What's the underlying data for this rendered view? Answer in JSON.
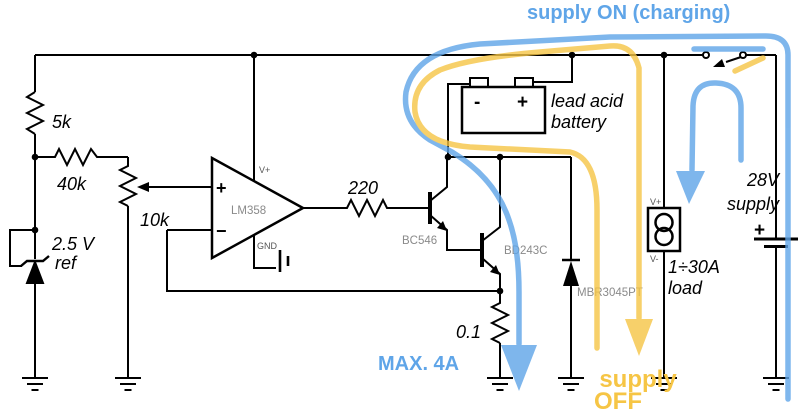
{
  "colors": {
    "wire": "#000000",
    "blue": "#5FA5E8",
    "yellow": "#F6C545",
    "gray_label": "#8A8A8A",
    "pin_label": "#555555"
  },
  "annotations": {
    "supply_on": "supply ON (charging)",
    "supply_off_1": "supply",
    "supply_off_2": "OFF",
    "max_current": "MAX. 4A"
  },
  "components": {
    "r_top": "5k",
    "r_mid": "40k",
    "pot": "10k",
    "r_base": "220",
    "r_sense": "0.1",
    "ref_value": "2.5 V",
    "ref_label": "ref",
    "opamp": {
      "name": "LM358",
      "vplus": "V+",
      "gnd": "GND",
      "plus": "+",
      "minus": "−"
    },
    "q1": "BC546",
    "q2": "BD243C",
    "diode": "MBR3045PT",
    "battery": {
      "name_1": "lead acid",
      "name_2": "battery",
      "minus": "-",
      "plus": "+"
    },
    "load": {
      "vplus": "V+",
      "vminus": "V-",
      "value": "1÷30A",
      "label": "load"
    },
    "supply": {
      "plus": "+",
      "name_1": "28V",
      "name_2": "supply"
    }
  }
}
